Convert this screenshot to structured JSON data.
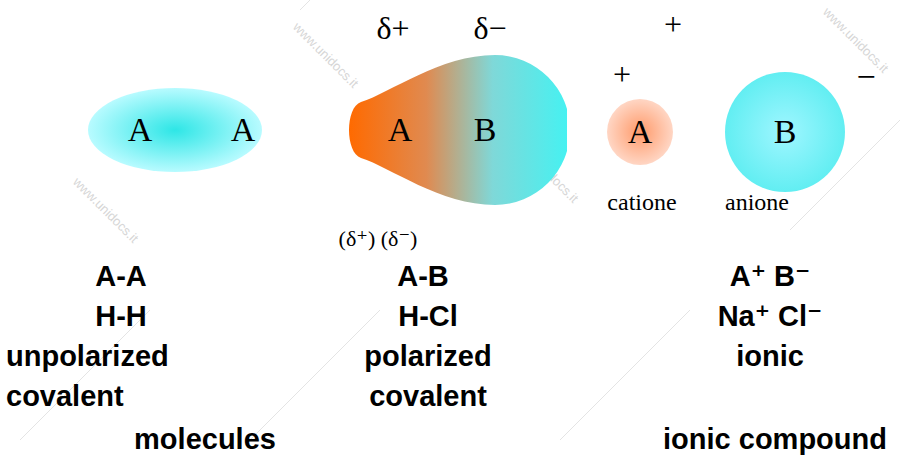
{
  "diagram": {
    "nodes": [
      {
        "text": [
          "A",
          "A"
        ]
      },
      {
        "text": [
          "A",
          "B"
        ]
      },
      {
        "text": [
          "A"
        ]
      },
      {
        "text": [
          "B"
        ]
      }
    ],
    "labels": [
      "δ+",
      "δ−",
      "+",
      "+",
      "−",
      "catione",
      "anione",
      "(δ⁺) (δ⁻)",
      "A-A",
      "H-H",
      "unpolarized",
      "covalent",
      "molecules",
      "A-B",
      "H-Cl",
      "polarized",
      "covalent",
      "A⁺ B⁻",
      "Na⁺ Cl⁻",
      "ionic",
      "ionic compound",
      "www.unidocs.it",
      "www.unidocs.it",
      "www.unidocs.it",
      "www.unidocs.it"
    ]
  }
}
